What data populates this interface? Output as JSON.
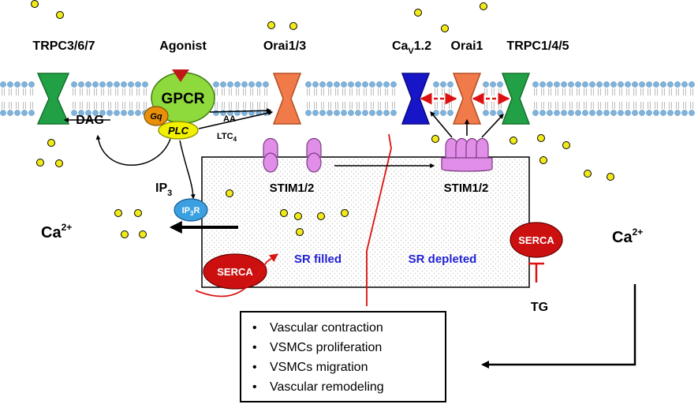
{
  "labels": {
    "trpc367": "TRPC3/6/7",
    "agonist": "Agonist",
    "orai13": "Orai1/3",
    "cav_base": "Ca",
    "cav_sub": "V",
    "cav_tail": "1.2",
    "orai1": "Orai1",
    "trpc145": "TRPC1/4/5",
    "gpcr": "GPCR",
    "gq": "Gq",
    "plc": "PLC",
    "dag": "DAG",
    "aa": "AA",
    "ltc_base": "LTC",
    "ltc_sub": "4",
    "ip3_base": "IP",
    "ip3_sub": "3",
    "ip3r_a": "IP",
    "ip3r_sub": "3",
    "ip3r_b": "R",
    "stim_left": "STIM1/2",
    "stim_right": "STIM1/2",
    "ca_left_base": "Ca",
    "ca_left_sup": "2+",
    "ca_right_base": "Ca",
    "ca_right_sup": "2+",
    "serca_left": "SERCA",
    "serca_right": "SERCA",
    "sr_filled": "SR filled",
    "sr_depleted": "SR depleted",
    "tg": "TG"
  },
  "outcomes": [
    "Vascular contraction",
    "VSMCs proliferation",
    "VSMCs migration",
    "Vascular remodeling"
  ],
  "colors": {
    "trpc_channel": "#22a045",
    "orai_channel": "#f07a4a",
    "cav_channel": "#1616c8",
    "gpcr": "#8ed93c",
    "agonist": "#c01818",
    "gq": "#e8900a",
    "plc": "#f0f000",
    "ip3r": "#3aa0e0",
    "stim": "#e08ee8",
    "serca": "#cc1010",
    "calcium": "#f2ea18",
    "membrane_head": "#7fb3dc",
    "sr_labels": "#1f1fd6",
    "inhibition": "#dd1111"
  }
}
